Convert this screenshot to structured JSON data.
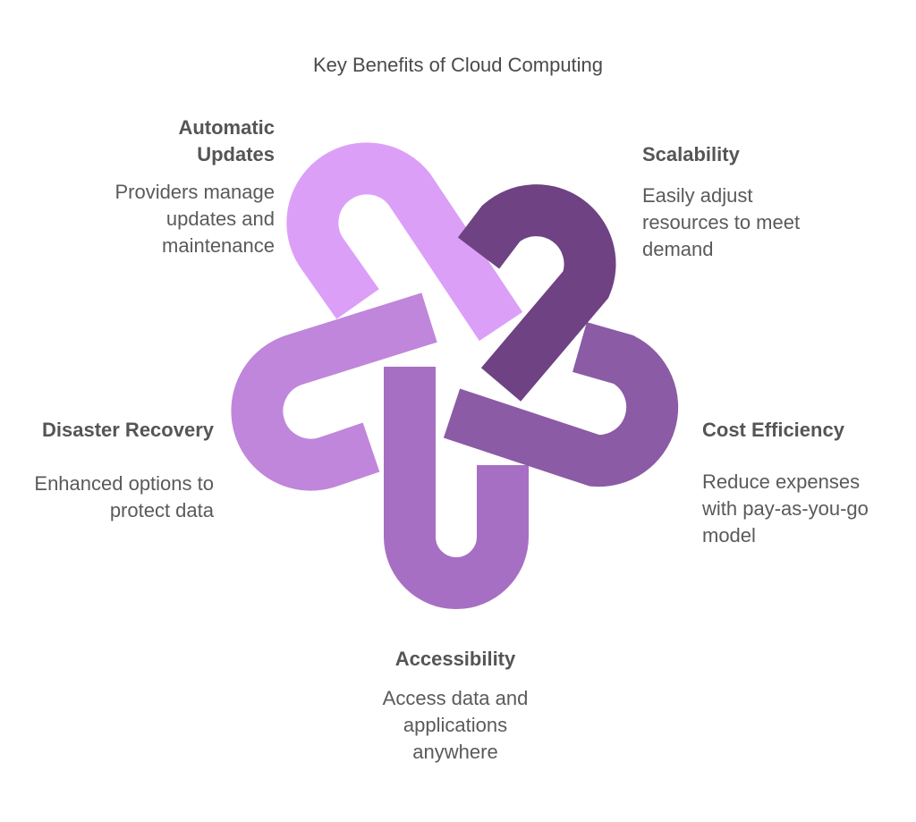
{
  "title": "Key Benefits of Cloud Computing",
  "colors": {
    "automatic_updates": "#dc9ff8",
    "scalability": "#6f4283",
    "cost_efficiency": "#8b5ba5",
    "accessibility": "#a76fc3",
    "disaster_recovery": "#c086db"
  },
  "benefits": {
    "automatic_updates": {
      "title": "Automatic Updates",
      "description": "Providers manage updates and maintenance"
    },
    "scalability": {
      "title": "Scalability",
      "description": "Easily adjust resources to meet demand"
    },
    "cost_efficiency": {
      "title": "Cost Efficiency",
      "description": "Reduce expenses with pay-as-you-go model"
    },
    "accessibility": {
      "title": "Accessibility",
      "description": "Access data and applications anywhere"
    },
    "disaster_recovery": {
      "title": "Disaster Recovery",
      "description": "Enhanced options to protect data"
    }
  }
}
